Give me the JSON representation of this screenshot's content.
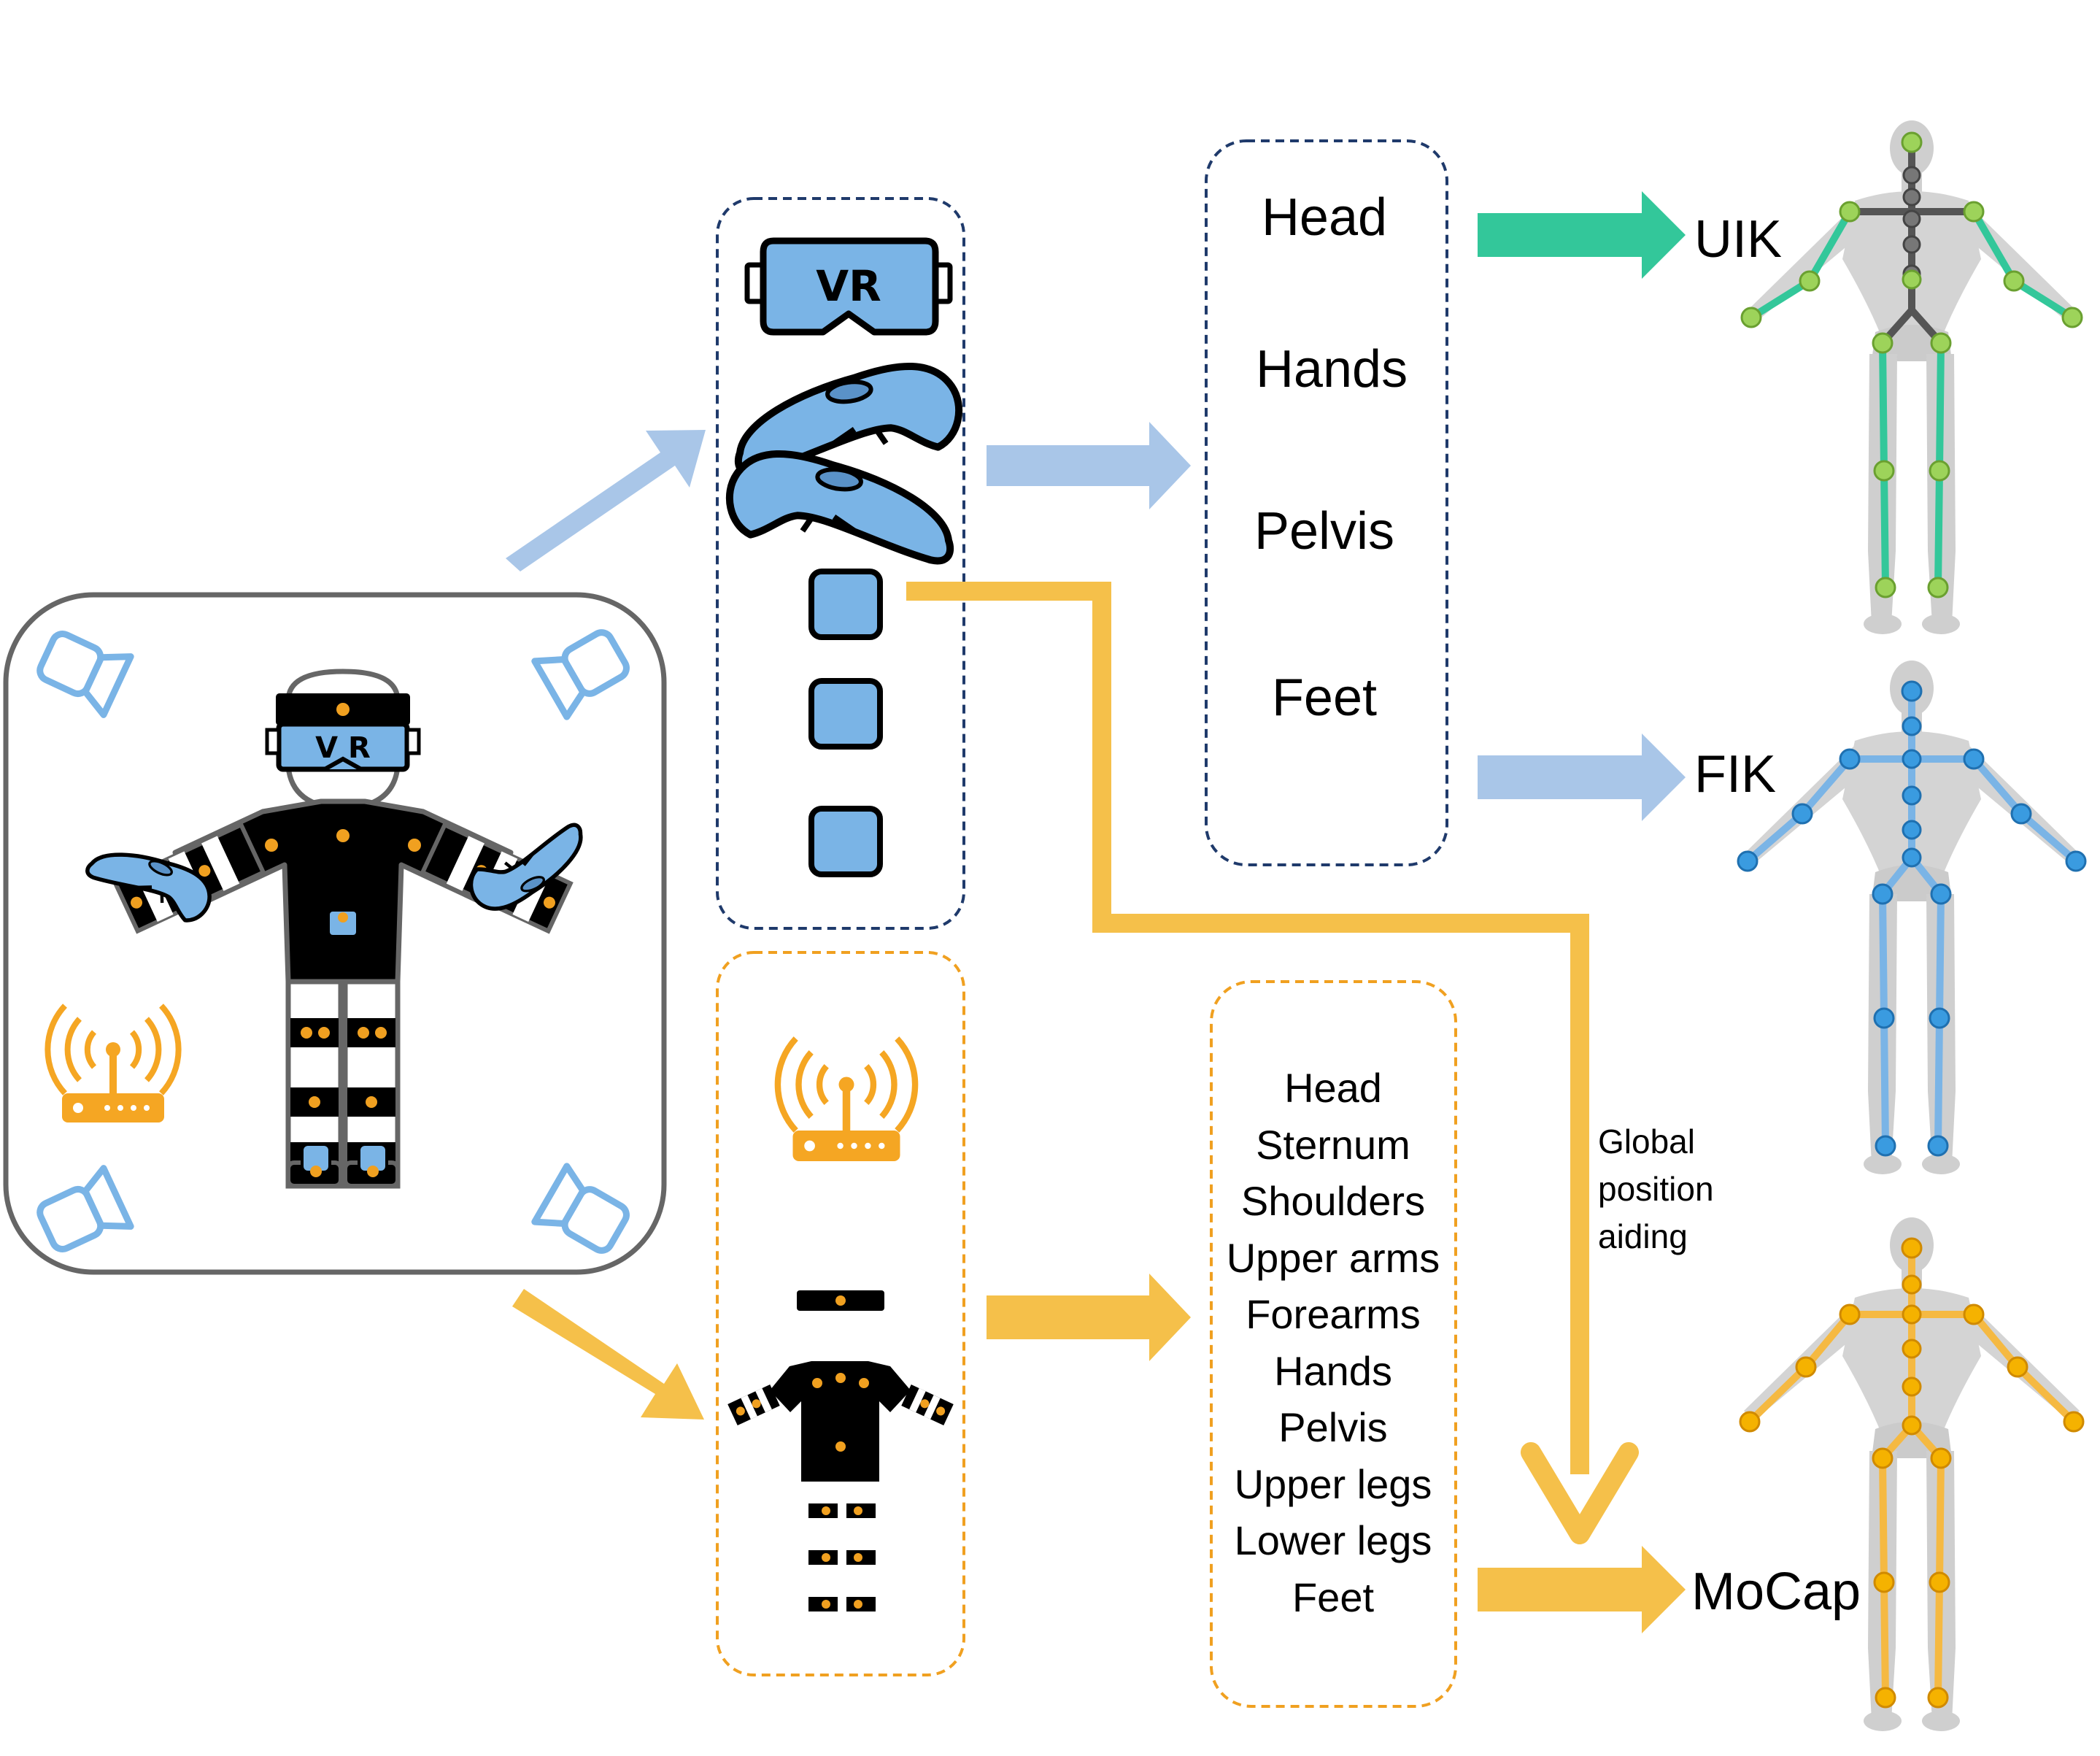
{
  "vr_headset_text": "VR",
  "person_headset_text": "V R",
  "vr_group": {
    "labels": [
      "Head",
      "Hands",
      "Pelvis",
      "Feet"
    ]
  },
  "mocap_group": {
    "labels": [
      "Head",
      "Sternum",
      "Shoulders",
      "Upper arms",
      "Forearms",
      "Hands",
      "Pelvis",
      "Upper legs",
      "Lower legs",
      "Feet"
    ]
  },
  "outputs": {
    "uik": "UIK",
    "fik": "FIK",
    "mocap": "MoCap"
  },
  "aiding_note": [
    "Global",
    "position",
    "aiding"
  ],
  "colors": {
    "blue_fill": "#7ab4e6",
    "blue_light": "#a9c6e8",
    "blue_dark": "#1f3a6b",
    "orange": "#f5b942",
    "orange_dot": "#f0a020",
    "green": "#33c79a",
    "skeleton_gray": "#cfcfcf"
  }
}
